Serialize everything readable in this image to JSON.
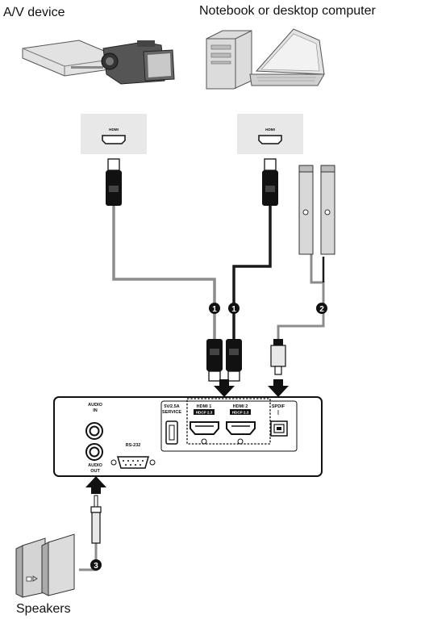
{
  "labels": {
    "av_device": "A/V device",
    "computer": "Notebook or desktop computer",
    "speakers": "Speakers"
  },
  "wall_ports": {
    "left": "HDMI",
    "right": "HDMI"
  },
  "panel": {
    "audio_in": [
      "AUDIO",
      "IN"
    ],
    "audio_out": [
      "AUDIO",
      "OUT"
    ],
    "rs232": "RS-232",
    "service": [
      "5V⁄2.5A",
      "SERVICE"
    ],
    "hdmi1": "HDMI 1",
    "hdmi2": "HDMI 2",
    "hdcp1": "HDCP 2.3",
    "hdcp2": "HDCP 2.3",
    "spdif": "SPDIF"
  },
  "markers": {
    "m1a": "1",
    "m1b": "1",
    "m2": "2",
    "m3": "3"
  },
  "colors": {
    "cable_gray": "#8c8c8c",
    "cable_black": "#1a1a1a",
    "device_gray": "#d8d8d8"
  }
}
